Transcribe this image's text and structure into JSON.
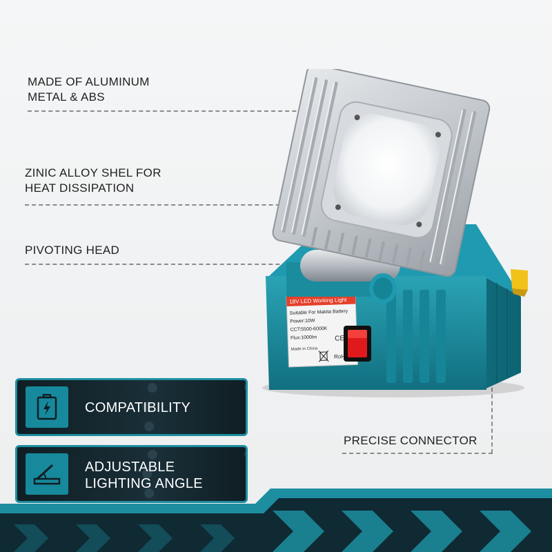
{
  "callouts": {
    "material": {
      "line1": "MADE OF ALUMINUM",
      "line2": "METAL & ABS"
    },
    "alloy": {
      "line1": "ZINIC ALLOY SHEL FOR",
      "line2": "HEAT DISSIPATION"
    },
    "pivot": {
      "line1": "PIVOTING HEAD"
    },
    "connector": {
      "line1": "PRECISE CONNECTOR"
    }
  },
  "label_plate": {
    "title": "18V LED Working Light",
    "line1": "Suitable For Makita Battery",
    "line2": "Power:10W",
    "line3": "CCT:5500-6000K",
    "line4": "Flux:1000lm",
    "line5": "Made in China",
    "ce": "CE",
    "rohs": "RoHS"
  },
  "features": [
    {
      "label_line1": "COMPATIBILITY",
      "icon": "battery-bolt-icon"
    },
    {
      "label_line1": "ADJUSTABLE",
      "label_line2": "LIGHTING ANGLE",
      "icon": "angle-icon"
    }
  ],
  "colors": {
    "teal": "#1c8ea0",
    "dark_band": "#0f2a33",
    "switch_red": "#e0191d",
    "yellow_latch": "#f2c21b",
    "aluminum": "#c7cbcf"
  }
}
